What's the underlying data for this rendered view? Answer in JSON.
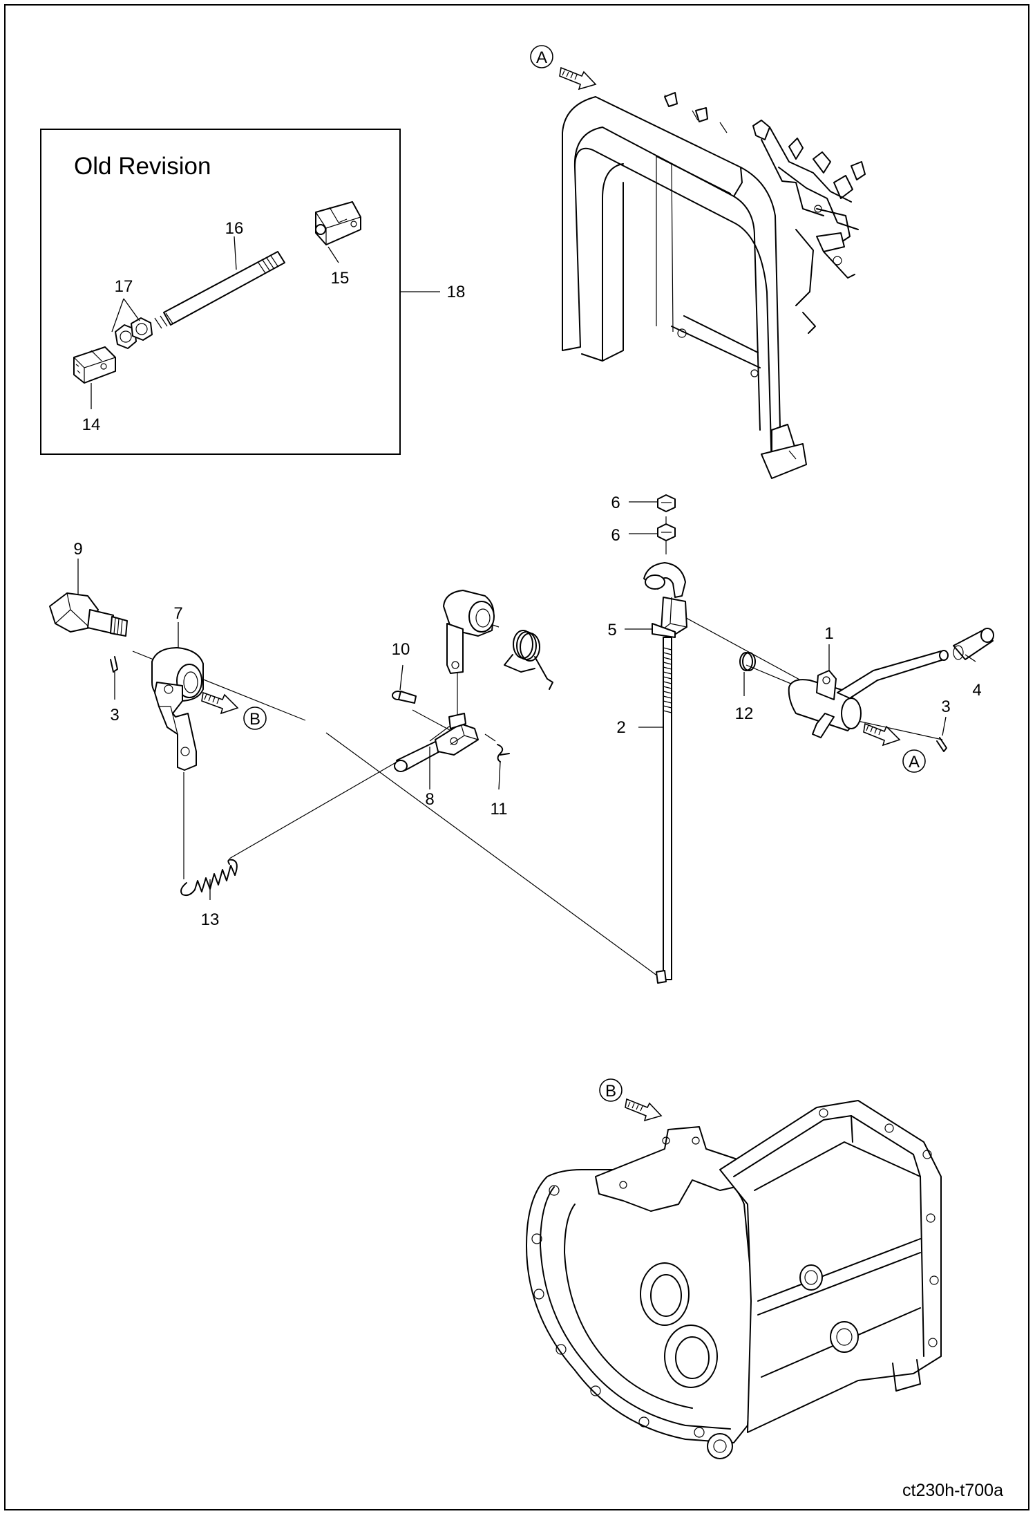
{
  "inset": {
    "title": "Old Revision",
    "callouts": [
      "16",
      "15",
      "17",
      "18",
      "14"
    ]
  },
  "view_markers": {
    "a_top": "A",
    "a_lever": "A",
    "b_arm": "B",
    "b_housing": "B"
  },
  "callouts": {
    "c1": "1",
    "c2": "2",
    "c3a": "3",
    "c3b": "3",
    "c4": "4",
    "c5": "5",
    "c6a": "6",
    "c6b": "6",
    "c7": "7",
    "c8": "8",
    "c9": "9",
    "c10": "10",
    "c11": "11",
    "c12": "12",
    "c13": "13"
  },
  "drawing_code": "ct230h-t700a"
}
